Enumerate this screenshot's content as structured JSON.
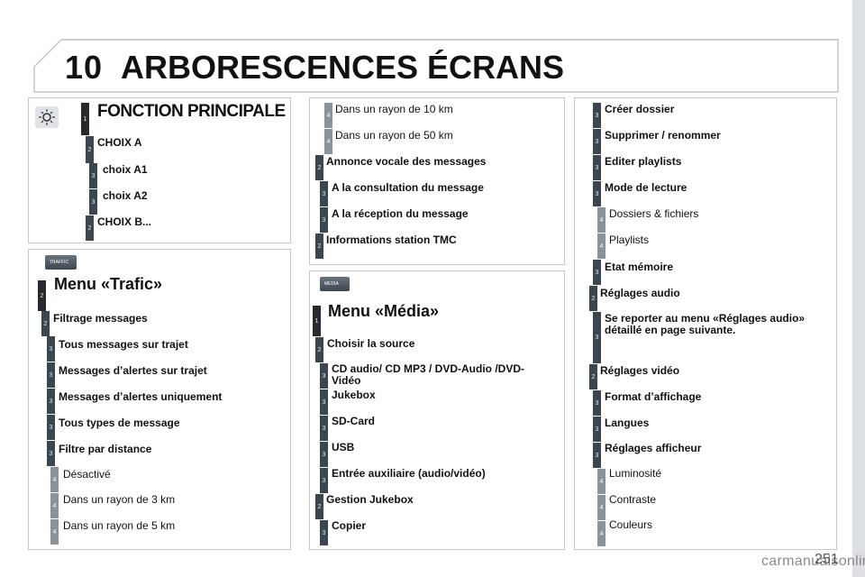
{
  "header": {
    "chapter": "10",
    "title": "ARBORESCENCES ÉCRANS"
  },
  "page_number": "251",
  "watermark": "carmanualsonline.info",
  "panel_main": {
    "title": "FONCTION PRINCIPALE",
    "items": [
      {
        "level": "1",
        "label": ""
      },
      {
        "level": "2",
        "label": "CHOIX A"
      },
      {
        "level": "3",
        "label": "choix A1"
      },
      {
        "level": "3",
        "label": "choix A2"
      },
      {
        "level": "2",
        "label": "CHOIX B..."
      }
    ]
  },
  "panel_trafic": {
    "tag": "TRAFFIC",
    "title": "Menu «Trafic»",
    "items": [
      {
        "level": "2",
        "label": "Filtrage messages"
      },
      {
        "level": "3",
        "label": "Tous messages sur trajet"
      },
      {
        "level": "3",
        "label": "Messages d’alertes sur trajet"
      },
      {
        "level": "3",
        "label": "Messages d’alertes uniquement"
      },
      {
        "level": "3",
        "label": "Tous types de message"
      },
      {
        "level": "3",
        "label": "Filtre par distance"
      },
      {
        "level": "4",
        "label": "Désactivé"
      },
      {
        "level": "4",
        "label": "Dans un rayon de 3 km"
      },
      {
        "level": "4",
        "label": "Dans un rayon de 5 km"
      }
    ]
  },
  "panel_trafic_cont": {
    "items": [
      {
        "level": "4",
        "label": "Dans un rayon de 10 km"
      },
      {
        "level": "4",
        "label": "Dans un rayon de 50 km"
      },
      {
        "level": "2",
        "label": "Annonce vocale des messages"
      },
      {
        "level": "3",
        "label": "A la consultation du message"
      },
      {
        "level": "3",
        "label": "A la réception du message"
      },
      {
        "level": "2",
        "label": "Informations station TMC"
      }
    ]
  },
  "panel_media": {
    "tag": "MEDIA",
    "title": "Menu «Média»",
    "items": [
      {
        "level": "2",
        "label": "Choisir la source"
      },
      {
        "level": "3",
        "label": "CD audio/ CD MP3 / DVD-Audio /DVD-",
        "label2": "Vidéo"
      },
      {
        "level": "3",
        "label": "Jukebox"
      },
      {
        "level": "3",
        "label": "SD-Card"
      },
      {
        "level": "3",
        "label": "USB"
      },
      {
        "level": "3",
        "label": "Entrée auxiliaire (audio/vidéo)"
      },
      {
        "level": "2",
        "label": "Gestion Jukebox"
      },
      {
        "level": "3",
        "label": "Copier"
      }
    ]
  },
  "panel_media_cont": {
    "items": [
      {
        "level": "3",
        "label": "Créer dossier"
      },
      {
        "level": "3",
        "label": "Supprimer / renommer"
      },
      {
        "level": "3",
        "label": "Editer playlists"
      },
      {
        "level": "3",
        "label": "Mode de lecture"
      },
      {
        "level": "4",
        "label": "Dossiers & fichiers"
      },
      {
        "level": "4",
        "label": "Playlists"
      },
      {
        "level": "3",
        "label": "Etat mémoire"
      },
      {
        "level": "2",
        "label": "Réglages audio"
      },
      {
        "level": "3",
        "label": "Se reporter au menu «Réglages audio»",
        "label2": "détaillé en page suivante."
      },
      {
        "level": "2",
        "label": "Réglages vidéo"
      },
      {
        "level": "3",
        "label": "Format d’affichage"
      },
      {
        "level": "3",
        "label": "Langues"
      },
      {
        "level": "3",
        "label": "Réglages afficheur"
      },
      {
        "level": "4",
        "label": "Luminosité"
      },
      {
        "level": "4",
        "label": "Contraste"
      },
      {
        "level": "4",
        "label": "Couleurs"
      }
    ]
  }
}
